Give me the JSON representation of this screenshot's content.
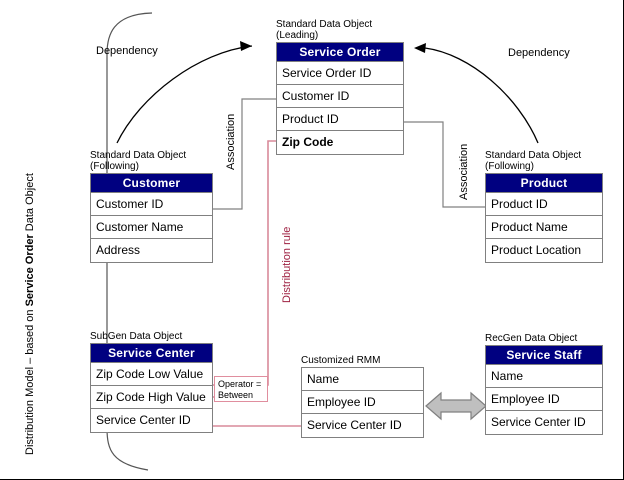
{
  "diagram": {
    "vertical_title_prefix": "Distribution Model – based on ",
    "vertical_title_bold": "Service Order",
    "vertical_title_suffix": " Data Object"
  },
  "labels": {
    "dependency_left": "Dependency",
    "dependency_right": "Dependency",
    "association_left": "Association",
    "association_right": "Association",
    "distribution_rule": "Distribution rule",
    "operator_note": "Operator =\nBetween"
  },
  "entities": {
    "service_order": {
      "caption": "Standard Data Object\n(Leading)",
      "header": "Service Order",
      "rows": [
        "Service Order ID",
        "Customer ID",
        "Product ID",
        "Zip Code"
      ],
      "bold_rows": [
        3
      ]
    },
    "customer": {
      "caption": "Standard Data Object\n(Following)",
      "header": "Customer",
      "rows": [
        "Customer ID",
        "Customer Name",
        "Address"
      ]
    },
    "product": {
      "caption": "Standard Data Object\n(Following)",
      "header": "Product",
      "rows": [
        "Product ID",
        "Product Name",
        "Product Location"
      ]
    },
    "service_center": {
      "caption": "SubGen Data Object",
      "header": "Service Center",
      "rows": [
        "Zip Code Low Value",
        "Zip Code High Value",
        "Service Center ID"
      ]
    },
    "customized_rmm": {
      "caption": "Customized RMM",
      "header": null,
      "rows": [
        "Name",
        "Employee ID",
        "Service Center ID"
      ]
    },
    "service_staff": {
      "caption": "RecGen Data Object",
      "header": "Service Staff",
      "rows": [
        "Name",
        "Employee ID",
        "Service Center ID"
      ]
    }
  },
  "colors": {
    "header_fill": "#000080",
    "header_text": "#ffffff",
    "box_border": "#808080",
    "connector": "#808080",
    "rule_line": "#d98a9a",
    "rule_text": "#9e2041",
    "dependency_arrow": "#000000",
    "bidir_arrow_fill": "#bfbfbf"
  },
  "icons": {
    "bidirectional_arrow": "bidirectional-arrow-icon",
    "dependency_arrow_left": "curved-arrow-icon",
    "dependency_arrow_right": "curved-arrow-icon"
  }
}
